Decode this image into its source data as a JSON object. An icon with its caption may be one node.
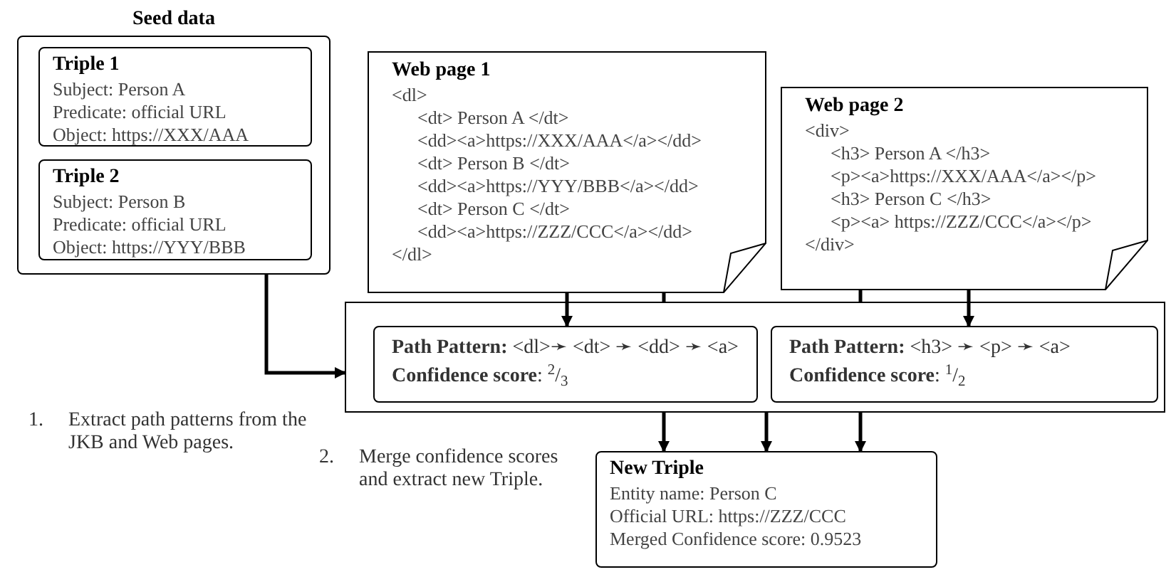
{
  "diagram": {
    "nodes": [
      {
        "text": [
          "Seed data"
        ]
      },
      {
        "text": [
          "Triple 1",
          "Subject: Person A",
          "Predicate: official URL",
          "Object: https://XXX/AAA"
        ],
        "in": 0
      },
      {
        "text": [
          "Triple 2",
          "Subject: Person B",
          "Predicate: official URL",
          "Object: https://YYY/BBB"
        ],
        "in": 0
      },
      {
        "text": [
          "Web page 1",
          "<dl>",
          "<dt> Person A </dt>",
          "<dd><a>https://XXX/AAA</a></dd>",
          "<dt> Person B </dt>",
          "<dd><a>https://YYY/BBB</a></dd>",
          "<dt> Person C </dt>",
          "<dd><a>https://ZZZ/CCC</a></dd>",
          "</dl>"
        ]
      },
      {
        "text": [
          "Web page 2",
          "<div>",
          "<h3> Person A </h3>",
          "<p><a>https://XXX/AAA</a></p>",
          "<h3> Person C </h3>",
          "<p><a> https://ZZZ/CCC</a></p>",
          "</div>"
        ]
      },
      {
        "text": [],
        "shape": "box"
      },
      {
        "text": [
          "**Path Pattern:** <dl>➛ <dt> ➛ <dd> ➛ <a>",
          "**Confidence score**: $^{2}$/$_{3}$"
        ],
        "in": 5
      },
      {
        "text": [
          "**Path Pattern:** <h3> ➛ <p> ➛ <a>",
          "**Confidence score**: $^{1}$/$_{2}$"
        ],
        "in": 5
      },
      {
        "text": [
          "New Triple",
          "Entity name: Person C",
          "Official URL: https://ZZZ/CCC",
          "Merged Confidence score: 0.9523"
        ]
      }
    ],
    "edges": [
      {
        "from": 0,
        "to": 5,
        "arrow": "to"
      },
      {
        "from": 3,
        "to": 6,
        "arrow": "to"
      },
      {
        "from": 3,
        "to": 5,
        "arrow": "none"
      },
      {
        "from": 4,
        "to": 5,
        "arrow": "none"
      },
      {
        "from": 4,
        "to": 7,
        "arrow": "to"
      },
      {
        "from": 5,
        "to": 8,
        "arrow": "to"
      },
      {
        "from": 5,
        "to": 8,
        "arrow": "to"
      },
      {
        "from": 5,
        "to": 8,
        "arrow": "to"
      }
    ],
    "labels": [
      "1.",
      "Extract path patterns from the JKB and Web pages.",
      "2.",
      "Merge confidence scores and extract new Triple."
    ]
  }
}
